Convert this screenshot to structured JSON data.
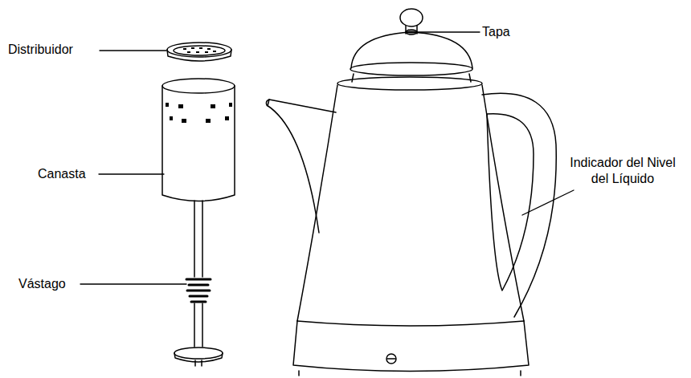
{
  "diagram": {
    "labels": [
      "Distribuidor",
      "Tapa",
      "Canasta",
      "Vástago",
      "Indicador del Nivel del Líquido"
    ]
  }
}
